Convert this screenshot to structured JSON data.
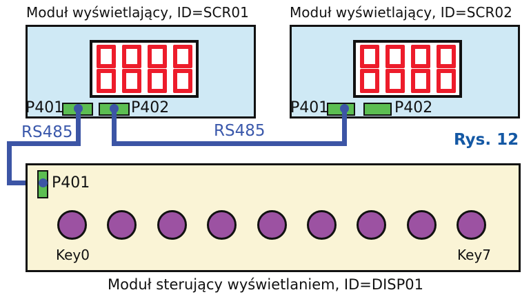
{
  "colors": {
    "module_bg_blue": "#CFE9F5",
    "module_bg_cream": "#FAF4D6",
    "connector_green": "#5CBE52",
    "key_purple": "#9C52A2",
    "segment_red": "#ED1C2B",
    "wire_blue": "#3C55A5",
    "rs485_text_blue": "#3A58AB",
    "figure_ref_blue": "#1458A4"
  },
  "display_modules": [
    {
      "id": "SCR01",
      "title": "Moduł wyświetlający, ID=SCR01",
      "port_left_label": "P401",
      "port_right_label": "P402",
      "digits": "8888"
    },
    {
      "id": "SCR02",
      "title": "Moduł wyświetlający, ID=SCR02",
      "port_left_label": "P401",
      "port_right_label": "P402",
      "digits": "8888"
    }
  ],
  "bus_labels": {
    "left": "RS485",
    "middle": "RS485"
  },
  "figure_ref": "Rys. 12",
  "controller_module": {
    "id": "DISP01",
    "port_label": "P401",
    "key_count": 9,
    "first_key_label": "Key0",
    "last_key_label": "Key7",
    "caption": "Moduł sterujący wyświetlaniem, ID=DISP01"
  }
}
